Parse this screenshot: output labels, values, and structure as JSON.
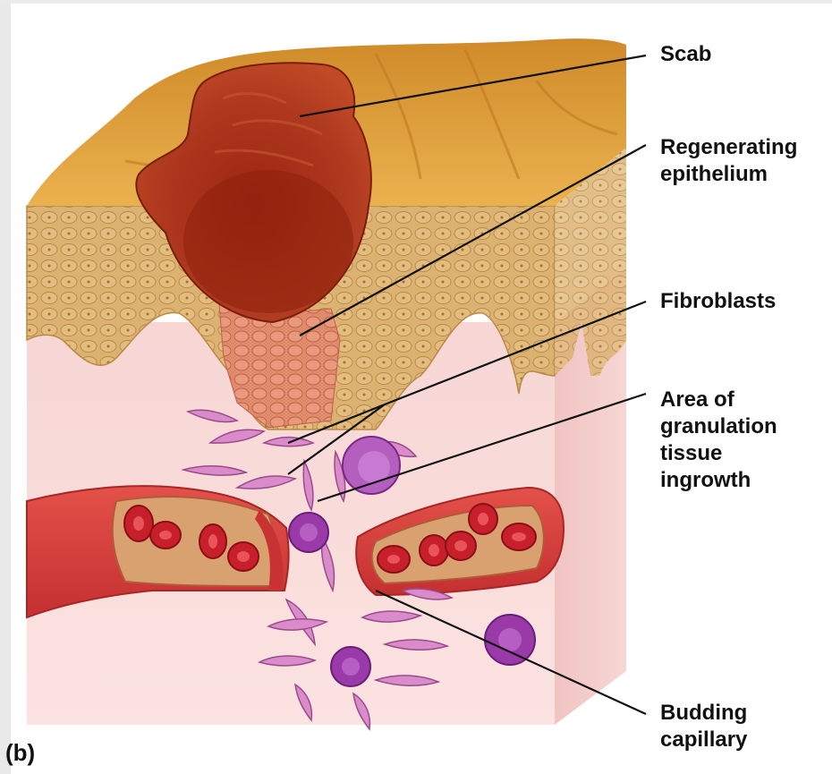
{
  "figure": {
    "panel_letter": "(b)",
    "labels": {
      "scab": "Scab",
      "regenerating_epithelium": [
        "Regenerating",
        "epithelium"
      ],
      "fibroblasts": "Fibroblasts",
      "granulation": [
        "Area of",
        "granulation",
        "tissue",
        "ingrowth"
      ],
      "budding_capillary": [
        "Budding",
        "capillary"
      ]
    }
  },
  "colors": {
    "scab": "#a8321c",
    "epidermis_top": "#e3a540",
    "epithelium": "#d9ae6a",
    "dermis": "#f6d4d4",
    "vessel": "#d9413d",
    "red_blood_cell": "#c8202a",
    "fibroblast": "#d88ac8",
    "immune_cell": "#9a3aa8"
  }
}
